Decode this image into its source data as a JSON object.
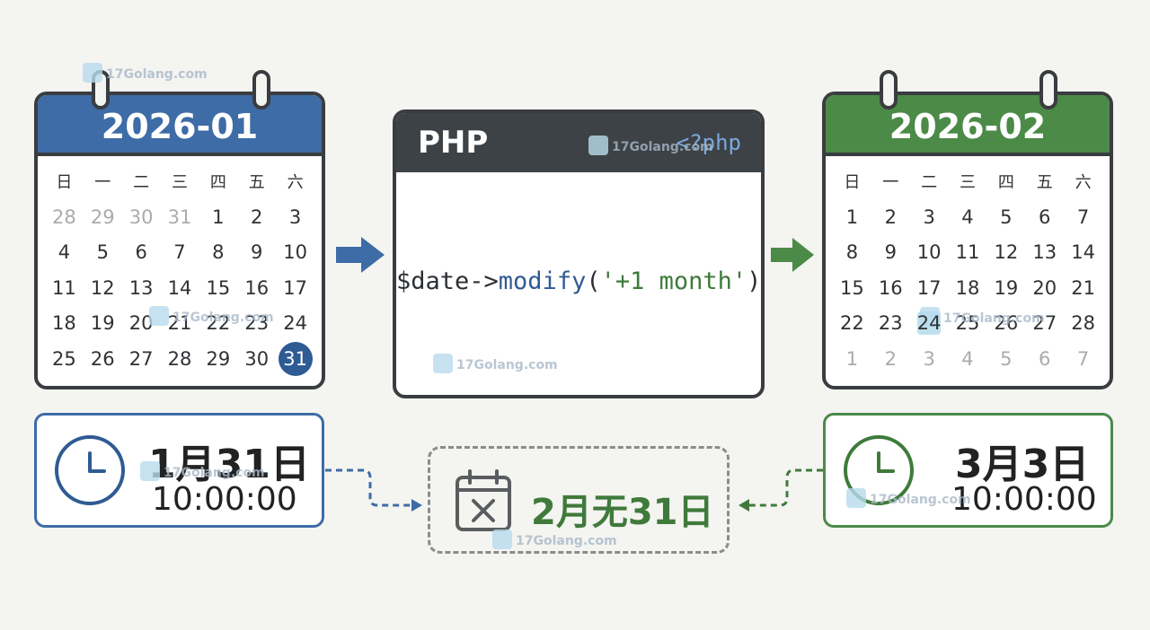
{
  "left_calendar": {
    "title": "2026-01",
    "weekdays": [
      "日",
      "一",
      "二",
      "三",
      "四",
      "五",
      "六"
    ],
    "days": [
      "28",
      "29",
      "30",
      "31",
      "1",
      "2",
      "3",
      "4",
      "5",
      "6",
      "7",
      "8",
      "9",
      "10",
      "11",
      "12",
      "13",
      "14",
      "15",
      "16",
      "17",
      "18",
      "19",
      "20",
      "21",
      "22",
      "23",
      "24",
      "25",
      "26",
      "27",
      "28",
      "29",
      "30",
      "31"
    ],
    "muted_days": 4,
    "highlighted": "31",
    "accent": "#3d6ca6"
  },
  "right_calendar": {
    "title": "2026-02",
    "weekdays": [
      "日",
      "一",
      "二",
      "三",
      "四",
      "五",
      "六"
    ],
    "days": [
      "1",
      "2",
      "3",
      "4",
      "5",
      "6",
      "7",
      "8",
      "9",
      "10",
      "11",
      "12",
      "13",
      "14",
      "15",
      "16",
      "17",
      "18",
      "19",
      "20",
      "21",
      "22",
      "23",
      "24",
      "25",
      "26",
      "27",
      "28",
      "1",
      "2",
      "3",
      "4",
      "5",
      "6",
      "7"
    ],
    "muted_from": 28,
    "highlighted": "24",
    "accent": "#4b8a47"
  },
  "code_card": {
    "title": "PHP",
    "tag": "<?php",
    "code_var": "$date->",
    "code_fn": "modify",
    "code_open": "(",
    "code_str": "'+1 month'",
    "code_close": ")"
  },
  "left_time": {
    "date": "1月31日",
    "time": "10:00:00",
    "icon": "clock-icon"
  },
  "right_time": {
    "date": "3月3日",
    "time": "10:00:00",
    "icon": "clock-icon"
  },
  "middle_note": {
    "text": "2月无31日",
    "icon": "calendar-x-icon"
  },
  "watermark": {
    "text": "17Golang.com"
  },
  "colors": {
    "blue": "#3d6ca6",
    "green": "#4b8a47",
    "dark": "#3a3d40"
  }
}
